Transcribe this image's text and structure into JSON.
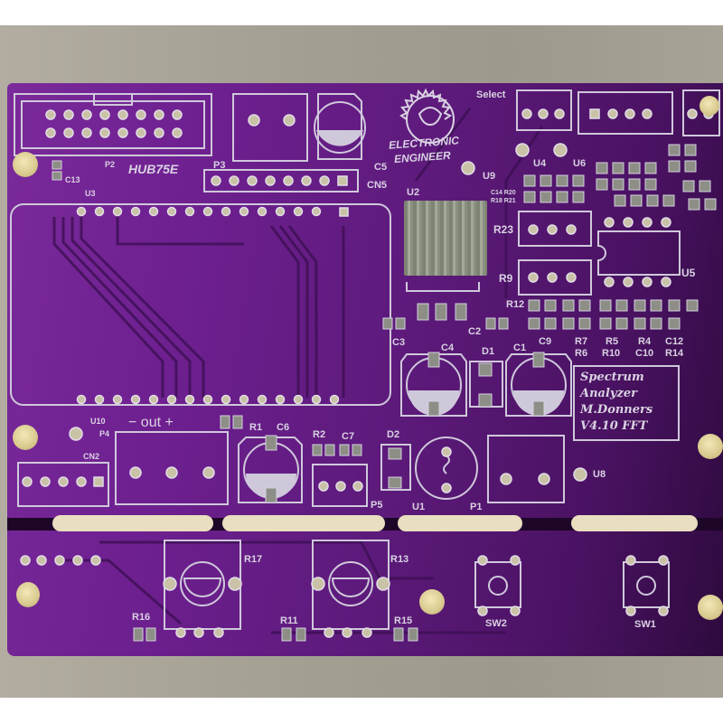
{
  "photo": {
    "subject": "Purple printed circuit board (unpopulated)",
    "colors": {
      "board": "#6e2090",
      "board_dark": "#2c0a3c",
      "silkscreen": "#d9d2e2",
      "pad": "#c9c2a6",
      "background": "#a39f93",
      "slot": "#e9dfc0"
    }
  },
  "title_block": {
    "lines": [
      "Spectrum",
      "Analyzer",
      "M.Donners",
      "V4.10 FFT"
    ]
  },
  "logo": {
    "line1": "ELECTRONIC",
    "line2": "ENGINEER"
  },
  "labels": {
    "hub75e": "HUB75E",
    "p2": "P2",
    "c13": "C13",
    "u3": "U3",
    "p3": "P3",
    "c5": "C5",
    "cn5": "CN5",
    "select": "Select",
    "u9": "U9",
    "u4": "U4",
    "u6": "U6",
    "u2": "U2",
    "c14r20": "C14 R20",
    "r18r21": "R18 R21",
    "r23": "R23",
    "r9": "R9",
    "u5": "U5",
    "r12": "R12",
    "c9": "C9",
    "r7": "R7",
    "r6": "R6",
    "r5": "R5",
    "r10": "R10",
    "r4": "R4",
    "c10": "C10",
    "c12": "C12",
    "r14": "R14",
    "c3": "C3",
    "c2": "C2",
    "c4": "C4",
    "d1": "D1",
    "c1": "C1",
    "u10": "U10",
    "p4": "P4",
    "out": "−  out  +",
    "cn2": "CN2",
    "r1": "R1",
    "c6": "C6",
    "r2": "R2",
    "c7": "C7",
    "d2": "D2",
    "p5": "P5",
    "u1": "U1",
    "p1": "P1",
    "u8": "U8",
    "r17": "R17",
    "r16": "R16",
    "r13": "R13",
    "r11": "R11",
    "r15": "R15",
    "sw2": "SW2",
    "sw1": "SW1"
  }
}
